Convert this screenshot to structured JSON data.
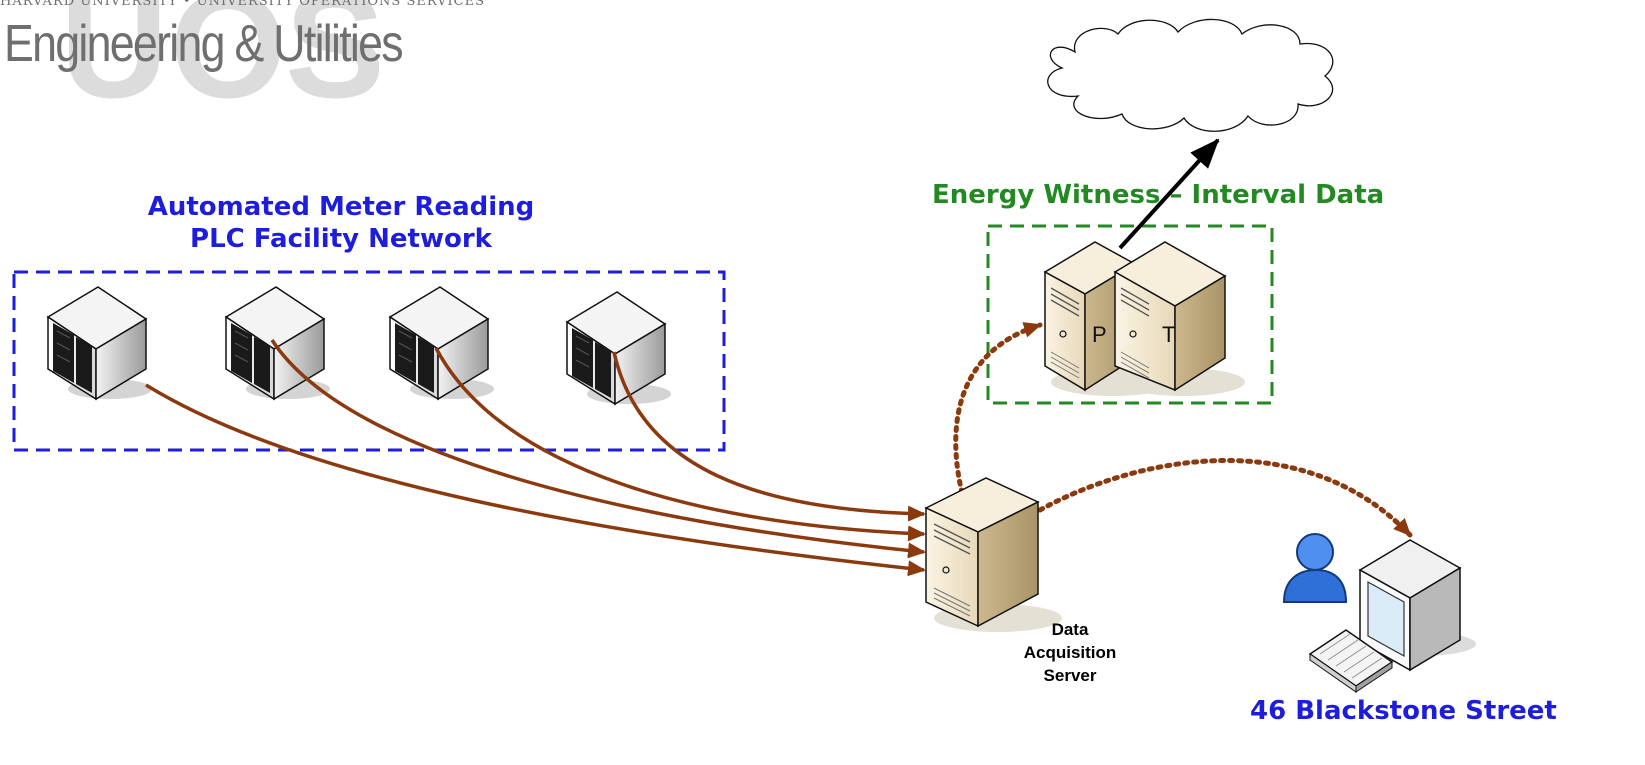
{
  "header": {
    "subtitle": "HARVARD UNIVERSITY • UNIVERSITY OPERATIONS SERVICES",
    "title": "Engineering & Utilities",
    "logo_letters": [
      "U",
      "O",
      "S"
    ]
  },
  "groups": {
    "amr": {
      "line1": "Automated Meter Reading",
      "line2": "PLC Facility Network"
    },
    "energy_witness": "Energy Witness – Interval Data"
  },
  "servers": {
    "primary": "P",
    "test": "T"
  },
  "das": {
    "line1": "Data",
    "line2": "Acquisition",
    "line3": "Server"
  },
  "workstation": "46 Blackstone Street",
  "colors": {
    "blue": "#1d1ddb",
    "green": "#238a23",
    "link": "#8b3a0f",
    "arrow_black": "#000000"
  }
}
